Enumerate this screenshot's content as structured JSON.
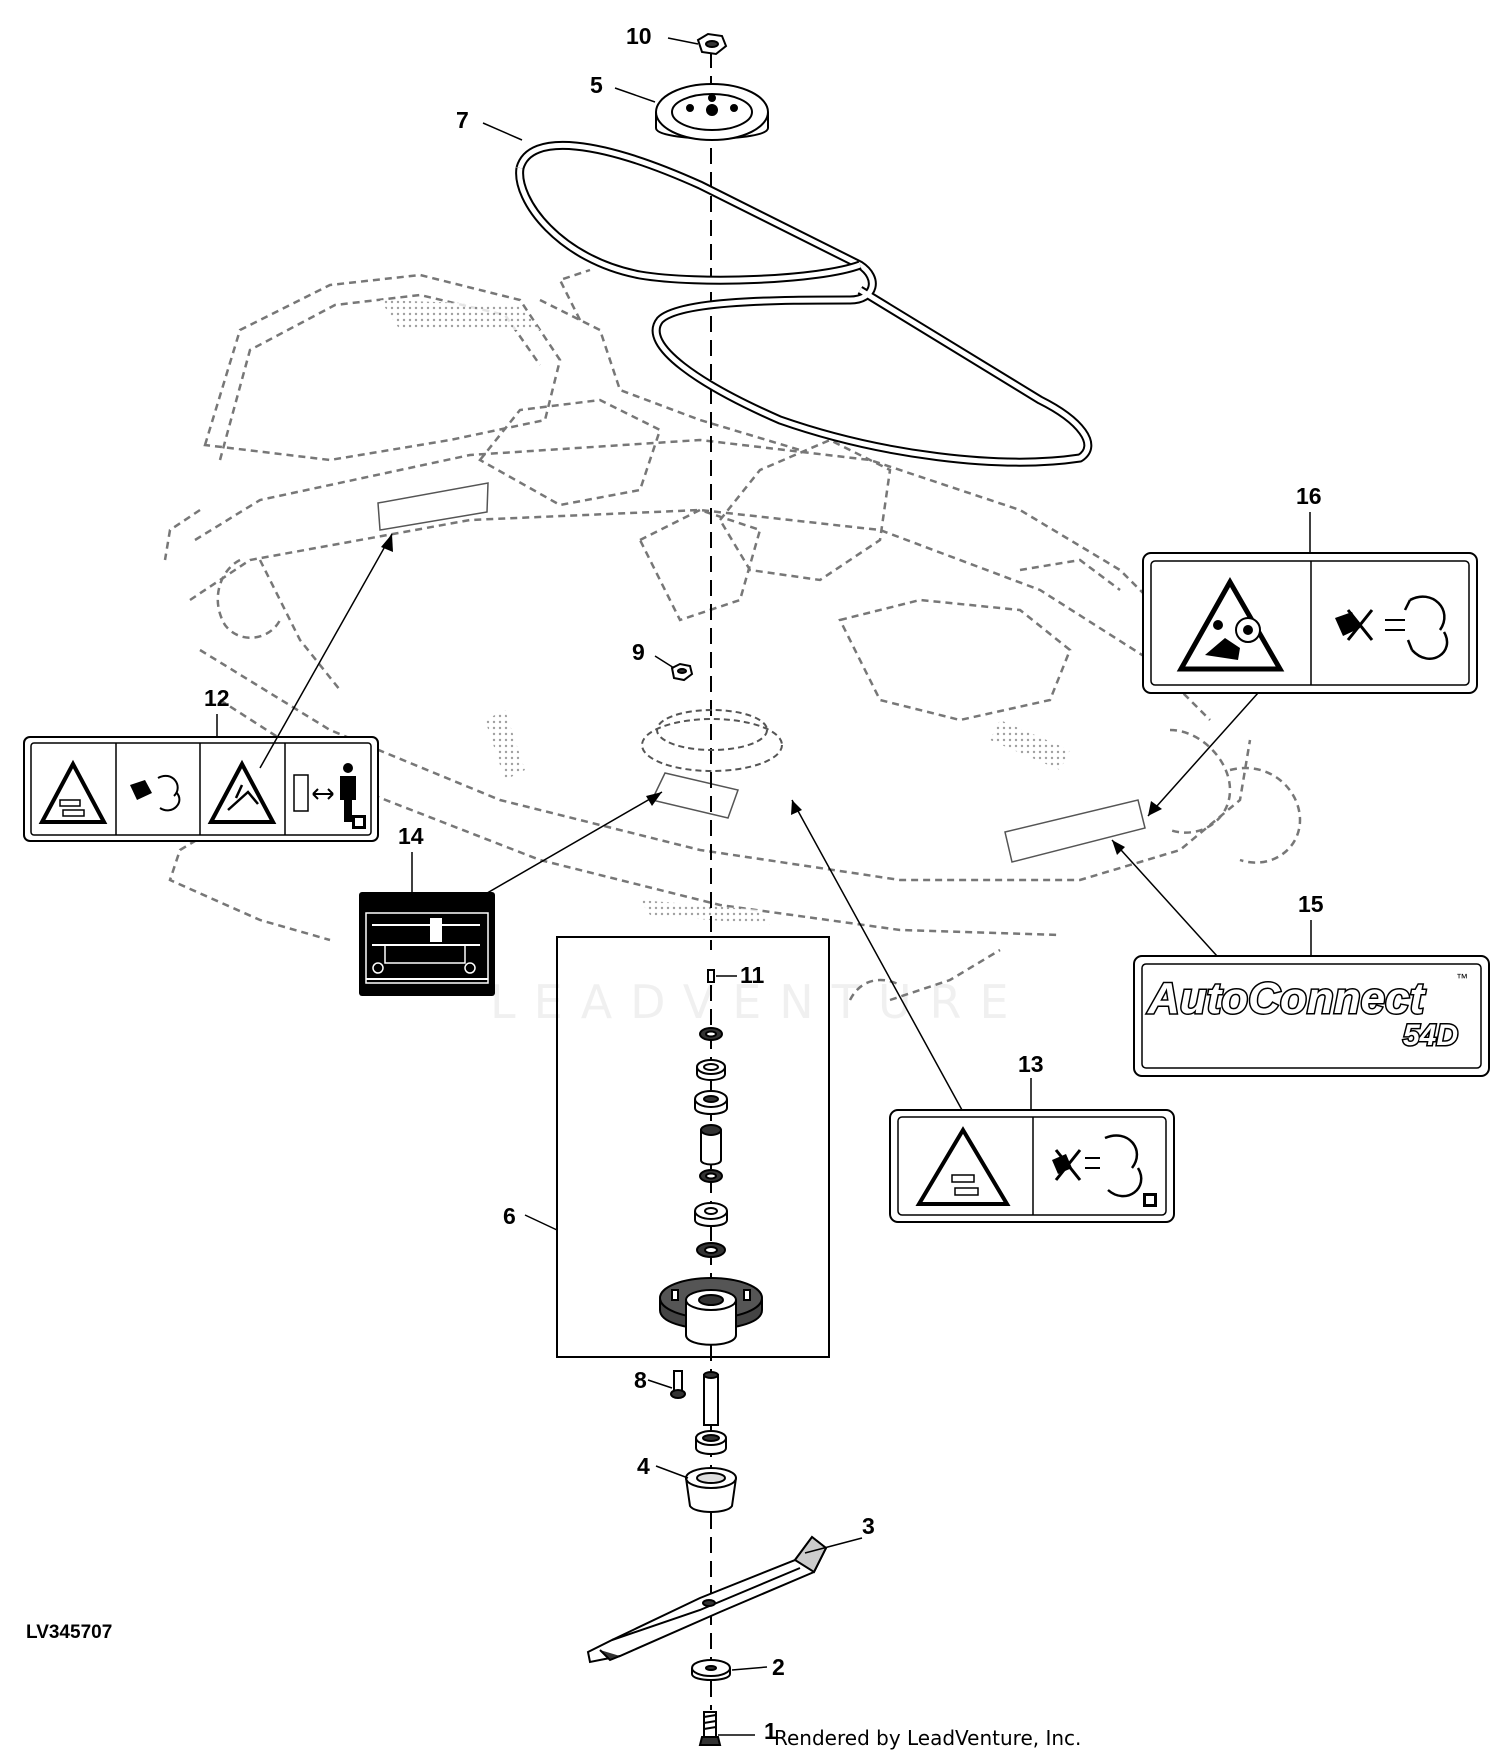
{
  "diagram": {
    "drawing_number": "LV345707",
    "credit": "Rendered by LeadVenture, Inc.",
    "watermark": "LEADVENTURE",
    "callouts": {
      "c1": "1",
      "c2": "2",
      "c3": "3",
      "c4": "4",
      "c5": "5",
      "c6": "6",
      "c7": "7",
      "c8": "8",
      "c9": "9",
      "c10": "10",
      "c11": "11",
      "c12": "12",
      "c13": "13",
      "c14": "14",
      "c15": "15",
      "c16": "16"
    },
    "decal_15": {
      "brand": "AutoConnect",
      "tm": "™",
      "model": "54D"
    }
  }
}
